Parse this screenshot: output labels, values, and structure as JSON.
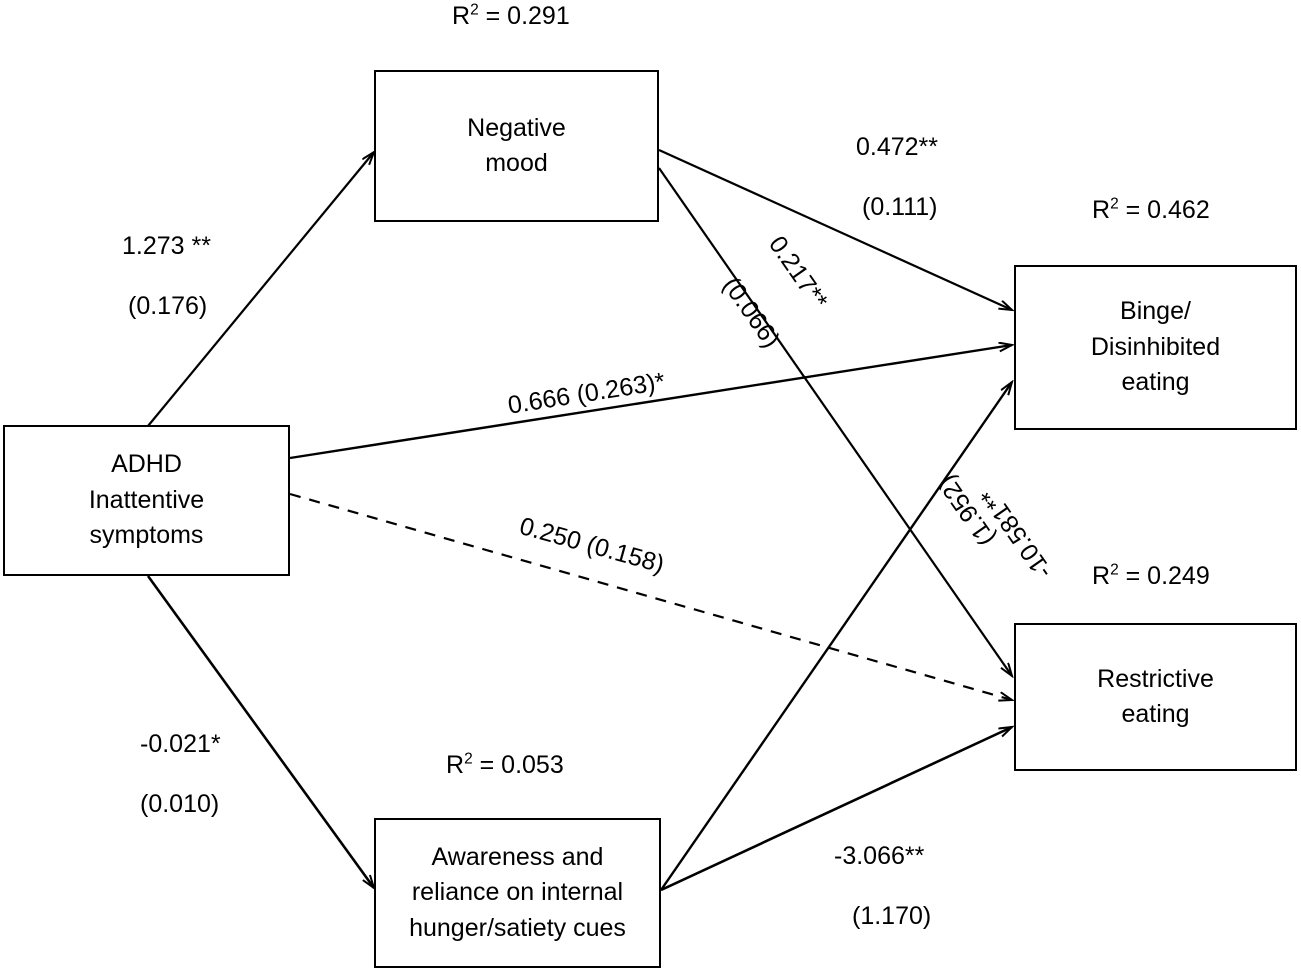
{
  "figure": {
    "type": "path-diagram",
    "description": "Structural equation model of ADHD inattentive symptoms predicting binge/disinhibited eating and restrictive eating through negative mood and interoceptive awareness",
    "background_color": "#ffffff",
    "line_color": "#000000",
    "text_color": "#000000"
  },
  "nodes": [
    {
      "id": "adhd",
      "label": "ADHD\nInattentive\nsymptoms",
      "r_squared": null
    },
    {
      "id": "negative_mood",
      "label": "Negative\nmood",
      "r_squared": "0.291",
      "r_squared_display": "R2 = 0.291"
    },
    {
      "id": "awareness",
      "label": "Awareness and\nreliance on internal\nhunger/satiety cues",
      "r_squared": "0.053",
      "r_squared_display": "R2 = 0.053"
    },
    {
      "id": "binge",
      "label": "Binge/\nDisinhibited\neating",
      "r_squared": "0.462",
      "r_squared_display": "R2 = 0.462"
    },
    {
      "id": "restrictive",
      "label": "Restrictive\neating",
      "r_squared": "0.249",
      "r_squared_display": "R2 = 0.249"
    }
  ],
  "r_squared_labels": {
    "negative_mood_prefix": "R",
    "negative_mood_sup": "2",
    "negative_mood_value": " = 0.291",
    "binge_value": " = 0.462",
    "restrictive_value": " = 0.249",
    "awareness_value": " = 0.053"
  },
  "edges": [
    {
      "id": "adhd-to-negative-mood",
      "from": "adhd",
      "to": "negative_mood",
      "style": "solid",
      "estimate": "1.273 **",
      "std_error": "(0.176)"
    },
    {
      "id": "adhd-to-awareness",
      "from": "adhd",
      "to": "awareness",
      "style": "solid",
      "estimate": "-0.021*",
      "std_error": "(0.010)"
    },
    {
      "id": "adhd-to-binge",
      "from": "adhd",
      "to": "binge",
      "style": "solid",
      "estimate_with_se": "0.666 (0.263)*"
    },
    {
      "id": "adhd-to-restrictive",
      "from": "adhd",
      "to": "restrictive",
      "style": "dashed",
      "estimate_with_se": "0.250 (0.158)"
    },
    {
      "id": "negative-mood-to-binge",
      "from": "negative_mood",
      "to": "binge",
      "style": "solid",
      "estimate": "0.472**",
      "std_error": "(0.111)"
    },
    {
      "id": "negative-mood-to-restrictive",
      "from": "negative_mood",
      "to": "restrictive",
      "style": "solid",
      "estimate": "0.217**",
      "std_error": "(0.066)"
    },
    {
      "id": "awareness-to-binge",
      "from": "awareness",
      "to": "binge",
      "style": "solid",
      "estimate": "-10.581**",
      "std_error": "(1.952)"
    },
    {
      "id": "awareness-to-restrictive",
      "from": "awareness",
      "to": "restrictive",
      "style": "solid",
      "estimate": "-3.066**",
      "std_error": "(1.170)"
    }
  ],
  "labels": {
    "adhd_negmood_estimate": "1.273 **",
    "adhd_negmood_se": "(0.176)",
    "adhd_awareness_estimate": "-0.021*",
    "adhd_awareness_se": "(0.010)",
    "adhd_binge": "0.666 (0.263)*",
    "adhd_restrictive": "0.250 (0.158)",
    "negmood_binge_estimate": "0.472**",
    "negmood_binge_se": "(0.111)",
    "negmood_restrictive_estimate": "0.217**",
    "negmood_restrictive_se": "(0.066)",
    "awareness_binge_estimate": "-10.581**",
    "awareness_binge_se": "(1.952)",
    "awareness_restrictive_estimate": "-3.066**",
    "awareness_restrictive_se": "(1.170)"
  }
}
